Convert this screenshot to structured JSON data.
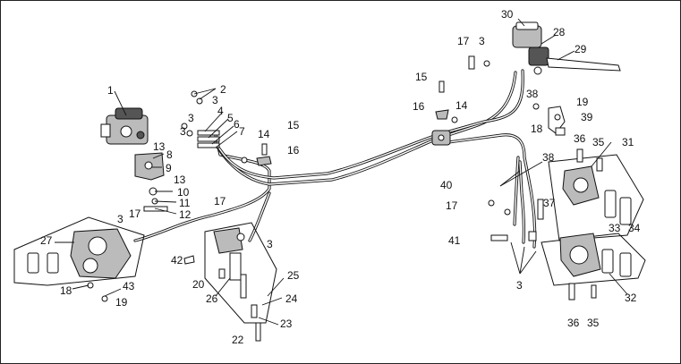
{
  "callouts": [
    {
      "id": "c1",
      "label": "1"
    },
    {
      "id": "c2",
      "label": "2"
    },
    {
      "id": "c3a",
      "label": "3"
    },
    {
      "id": "c3b",
      "label": "3"
    },
    {
      "id": "c3c",
      "label": "3"
    },
    {
      "id": "c3d",
      "label": "3"
    },
    {
      "id": "c3e",
      "label": "3"
    },
    {
      "id": "c3f",
      "label": "3"
    },
    {
      "id": "c3g",
      "label": "3"
    },
    {
      "id": "c4",
      "label": "4"
    },
    {
      "id": "c5",
      "label": "5"
    },
    {
      "id": "c6",
      "label": "6"
    },
    {
      "id": "c7",
      "label": "7"
    },
    {
      "id": "c8",
      "label": "8"
    },
    {
      "id": "c9",
      "label": "9"
    },
    {
      "id": "c10",
      "label": "10"
    },
    {
      "id": "c11",
      "label": "11"
    },
    {
      "id": "c12",
      "label": "12"
    },
    {
      "id": "c13a",
      "label": "13"
    },
    {
      "id": "c13b",
      "label": "13"
    },
    {
      "id": "c14a",
      "label": "14"
    },
    {
      "id": "c14b",
      "label": "14"
    },
    {
      "id": "c15a",
      "label": "15"
    },
    {
      "id": "c15b",
      "label": "15"
    },
    {
      "id": "c16a",
      "label": "16"
    },
    {
      "id": "c16b",
      "label": "16"
    },
    {
      "id": "c17a",
      "label": "17"
    },
    {
      "id": "c17b",
      "label": "17"
    },
    {
      "id": "c17c",
      "label": "17"
    },
    {
      "id": "c17d",
      "label": "17"
    },
    {
      "id": "c18a",
      "label": "18"
    },
    {
      "id": "c18b",
      "label": "18"
    },
    {
      "id": "c19a",
      "label": "19"
    },
    {
      "id": "c19b",
      "label": "19"
    },
    {
      "id": "c20",
      "label": "20"
    },
    {
      "id": "c22",
      "label": "22"
    },
    {
      "id": "c23",
      "label": "23"
    },
    {
      "id": "c24",
      "label": "24"
    },
    {
      "id": "c25",
      "label": "25"
    },
    {
      "id": "c26",
      "label": "26"
    },
    {
      "id": "c27",
      "label": "27"
    },
    {
      "id": "c28",
      "label": "28"
    },
    {
      "id": "c29",
      "label": "29"
    },
    {
      "id": "c30",
      "label": "30"
    },
    {
      "id": "c31",
      "label": "31"
    },
    {
      "id": "c32",
      "label": "32"
    },
    {
      "id": "c33",
      "label": "33"
    },
    {
      "id": "c34",
      "label": "34"
    },
    {
      "id": "c35a",
      "label": "35"
    },
    {
      "id": "c35b",
      "label": "35"
    },
    {
      "id": "c36a",
      "label": "36"
    },
    {
      "id": "c36b",
      "label": "36"
    },
    {
      "id": "c37",
      "label": "37"
    },
    {
      "id": "c38a",
      "label": "38"
    },
    {
      "id": "c38b",
      "label": "38"
    },
    {
      "id": "c39",
      "label": "39"
    },
    {
      "id": "c40",
      "label": "40"
    },
    {
      "id": "c41",
      "label": "41"
    },
    {
      "id": "c42",
      "label": "42"
    },
    {
      "id": "c43",
      "label": "43"
    }
  ]
}
